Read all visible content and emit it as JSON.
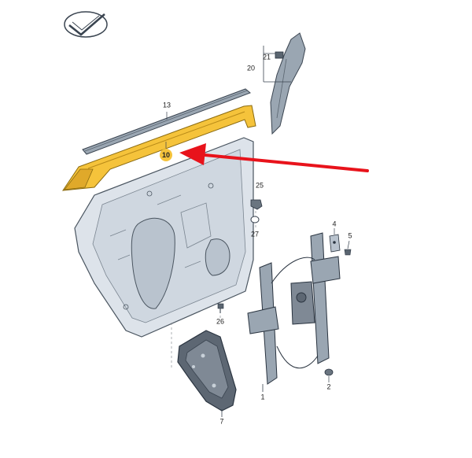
{
  "parts": {
    "p1": "1",
    "p2": "2",
    "p4": "4",
    "p5": "5",
    "p7": "7",
    "p10": "10",
    "p13": "13",
    "p20": "20",
    "p21": "21",
    "p25": "25",
    "p26": "26",
    "p27": "27"
  },
  "colors": {
    "highlight_part": "#f5c33b",
    "callout_arrow": "#e8131b",
    "line_art": "#3a4450",
    "panel_fill": "#dde3ea"
  },
  "icons": {
    "logo": "checkmark-logo-icon"
  }
}
